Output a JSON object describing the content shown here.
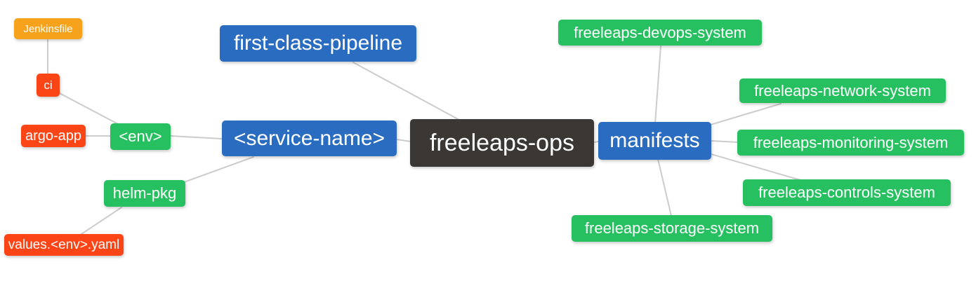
{
  "diagram_type": "mindmap",
  "colors": {
    "root_bg": "#3b3734",
    "branch_bg": "#2a6cc0",
    "leaf_green": "#27c061",
    "leaf_red": "#fb4516",
    "leaf_orange": "#f7a21b",
    "edge": "#cccccc",
    "text": "#ffffff",
    "canvas_bg": "#ffffff"
  },
  "nodes": {
    "freeleaps_ops": {
      "label": "freeleaps-ops",
      "level": "root"
    },
    "first_class_pipeline": {
      "label": "first-class-pipeline",
      "level": "branch"
    },
    "service_name": {
      "label": "<service-name>",
      "level": "branch"
    },
    "manifests": {
      "label": "manifests",
      "level": "branch"
    },
    "env": {
      "label": "<env>",
      "level": "sub"
    },
    "helm_pkg": {
      "label": "helm-pkg",
      "level": "sub"
    },
    "ci": {
      "label": "ci",
      "level": "leaf"
    },
    "argo_app": {
      "label": "argo-app",
      "level": "leaf"
    },
    "jenkinsfile": {
      "label": "Jenkinsfile",
      "level": "leaf"
    },
    "values_env_yaml": {
      "label": "values.<env>.yaml",
      "level": "leaf"
    },
    "devops_system": {
      "label": "freeleaps-devops-system",
      "level": "sub"
    },
    "network_system": {
      "label": "freeleaps-network-system",
      "level": "sub"
    },
    "monitoring_system": {
      "label": "freeleaps-monitoring-system",
      "level": "sub"
    },
    "controls_system": {
      "label": "freeleaps-controls-system",
      "level": "sub"
    },
    "storage_system": {
      "label": "freeleaps-storage-system",
      "level": "sub"
    }
  },
  "edges": [
    {
      "from": "freeleaps_ops",
      "to": "first_class_pipeline"
    },
    {
      "from": "freeleaps_ops",
      "to": "service_name"
    },
    {
      "from": "freeleaps_ops",
      "to": "manifests"
    },
    {
      "from": "service_name",
      "to": "env"
    },
    {
      "from": "service_name",
      "to": "helm_pkg"
    },
    {
      "from": "env",
      "to": "ci"
    },
    {
      "from": "env",
      "to": "argo_app"
    },
    {
      "from": "ci",
      "to": "jenkinsfile"
    },
    {
      "from": "helm_pkg",
      "to": "values_env_yaml"
    },
    {
      "from": "manifests",
      "to": "devops_system"
    },
    {
      "from": "manifests",
      "to": "network_system"
    },
    {
      "from": "manifests",
      "to": "monitoring_system"
    },
    {
      "from": "manifests",
      "to": "controls_system"
    },
    {
      "from": "manifests",
      "to": "storage_system"
    }
  ]
}
